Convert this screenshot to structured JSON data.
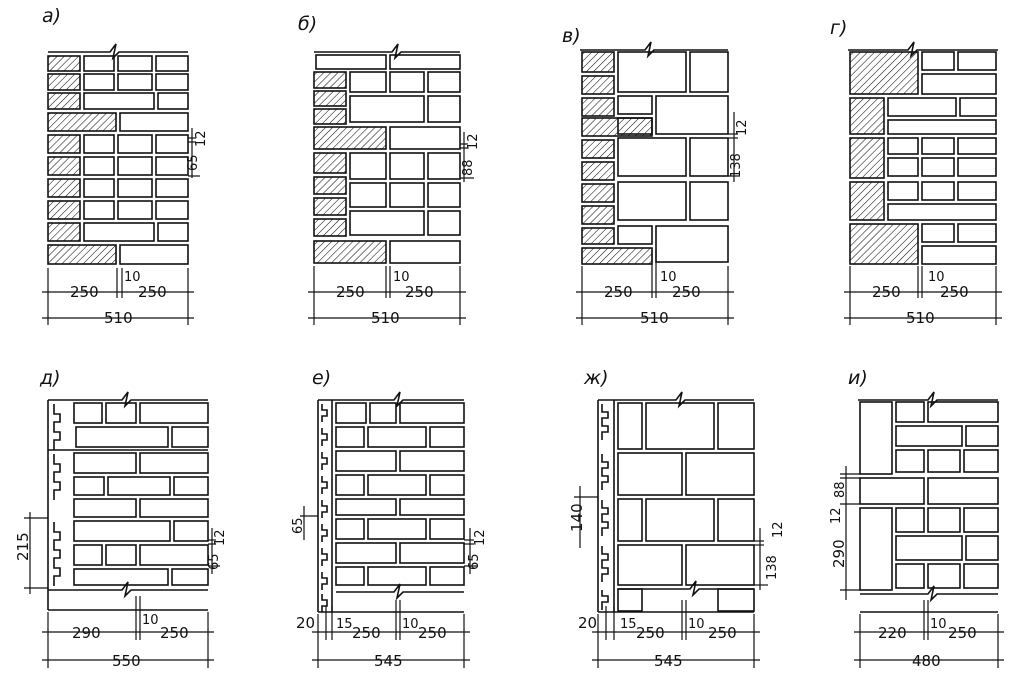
{
  "panels": [
    {
      "label": "а)",
      "dims": [
        "250",
        "10",
        "250",
        "510",
        "12",
        "65"
      ]
    },
    {
      "label": "б)",
      "dims": [
        "250",
        "10",
        "250",
        "510",
        "12",
        "88"
      ]
    },
    {
      "label": "в)",
      "dims": [
        "250",
        "10",
        "250",
        "510",
        "12",
        "138"
      ]
    },
    {
      "label": "г)",
      "dims": [
        "250",
        "10",
        "250",
        "510"
      ]
    },
    {
      "label": "д)",
      "dims": [
        "290",
        "10",
        "250",
        "550",
        "215",
        "12",
        "65"
      ]
    },
    {
      "label": "е)",
      "dims": [
        "20",
        "15",
        "250",
        "10",
        "250",
        "545",
        "65",
        "12",
        "65"
      ]
    },
    {
      "label": "ж)",
      "dims": [
        "20",
        "15",
        "250",
        "10",
        "250",
        "545",
        "140",
        "12",
        "138"
      ]
    },
    {
      "label": "и)",
      "dims": [
        "220",
        "10",
        "250",
        "480",
        "12",
        "88",
        "290"
      ]
    }
  ],
  "colors": {
    "line": "#111111",
    "hatch": "#111111",
    "paper": "#ffffff"
  }
}
